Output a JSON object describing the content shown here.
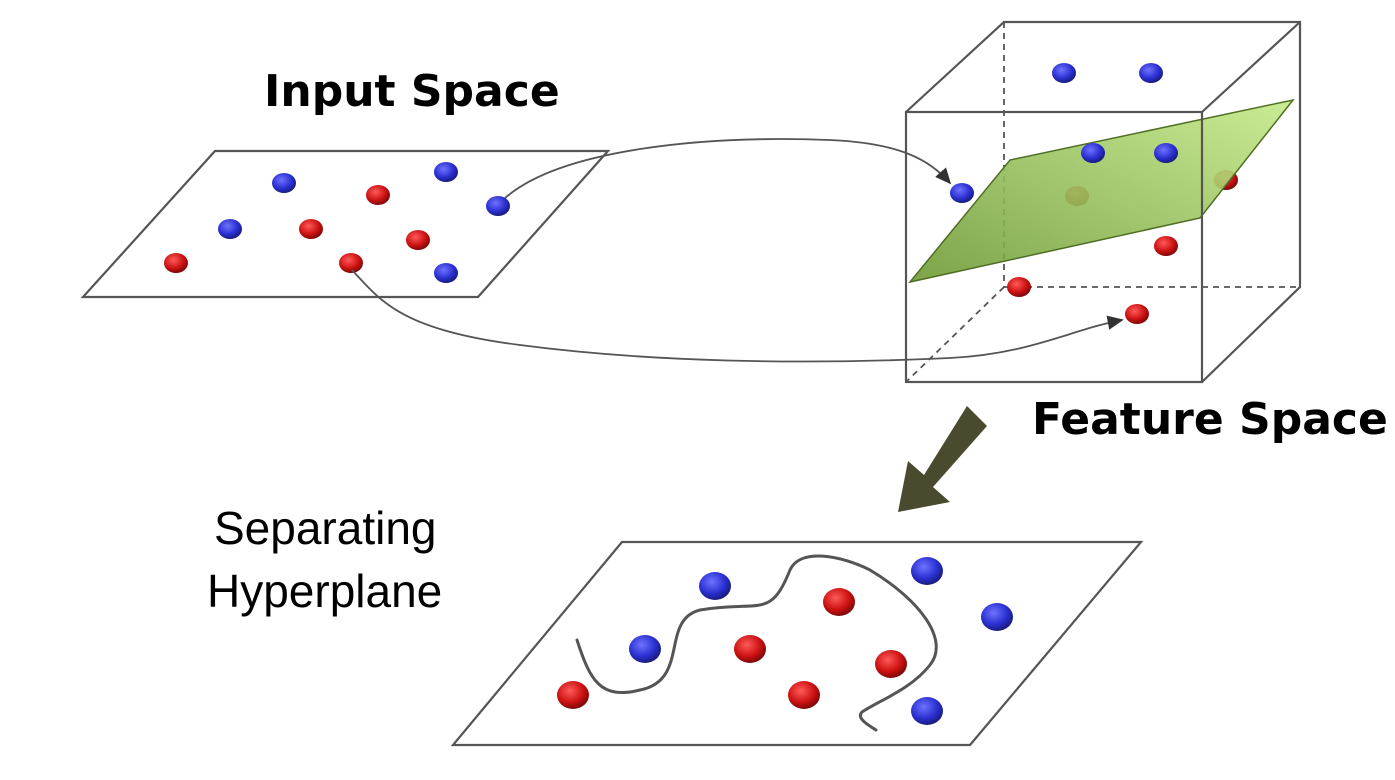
{
  "labels": {
    "input_space": "Input Space",
    "feature_space": "Feature Space",
    "separating_line1": "Separating",
    "separating_line2": "Hyperplane"
  },
  "colors": {
    "class_a": "#2a2fd0",
    "class_b": "#cc1111",
    "hyperplane": "#9fcf5a",
    "arrow": "#4a4a2e"
  }
}
